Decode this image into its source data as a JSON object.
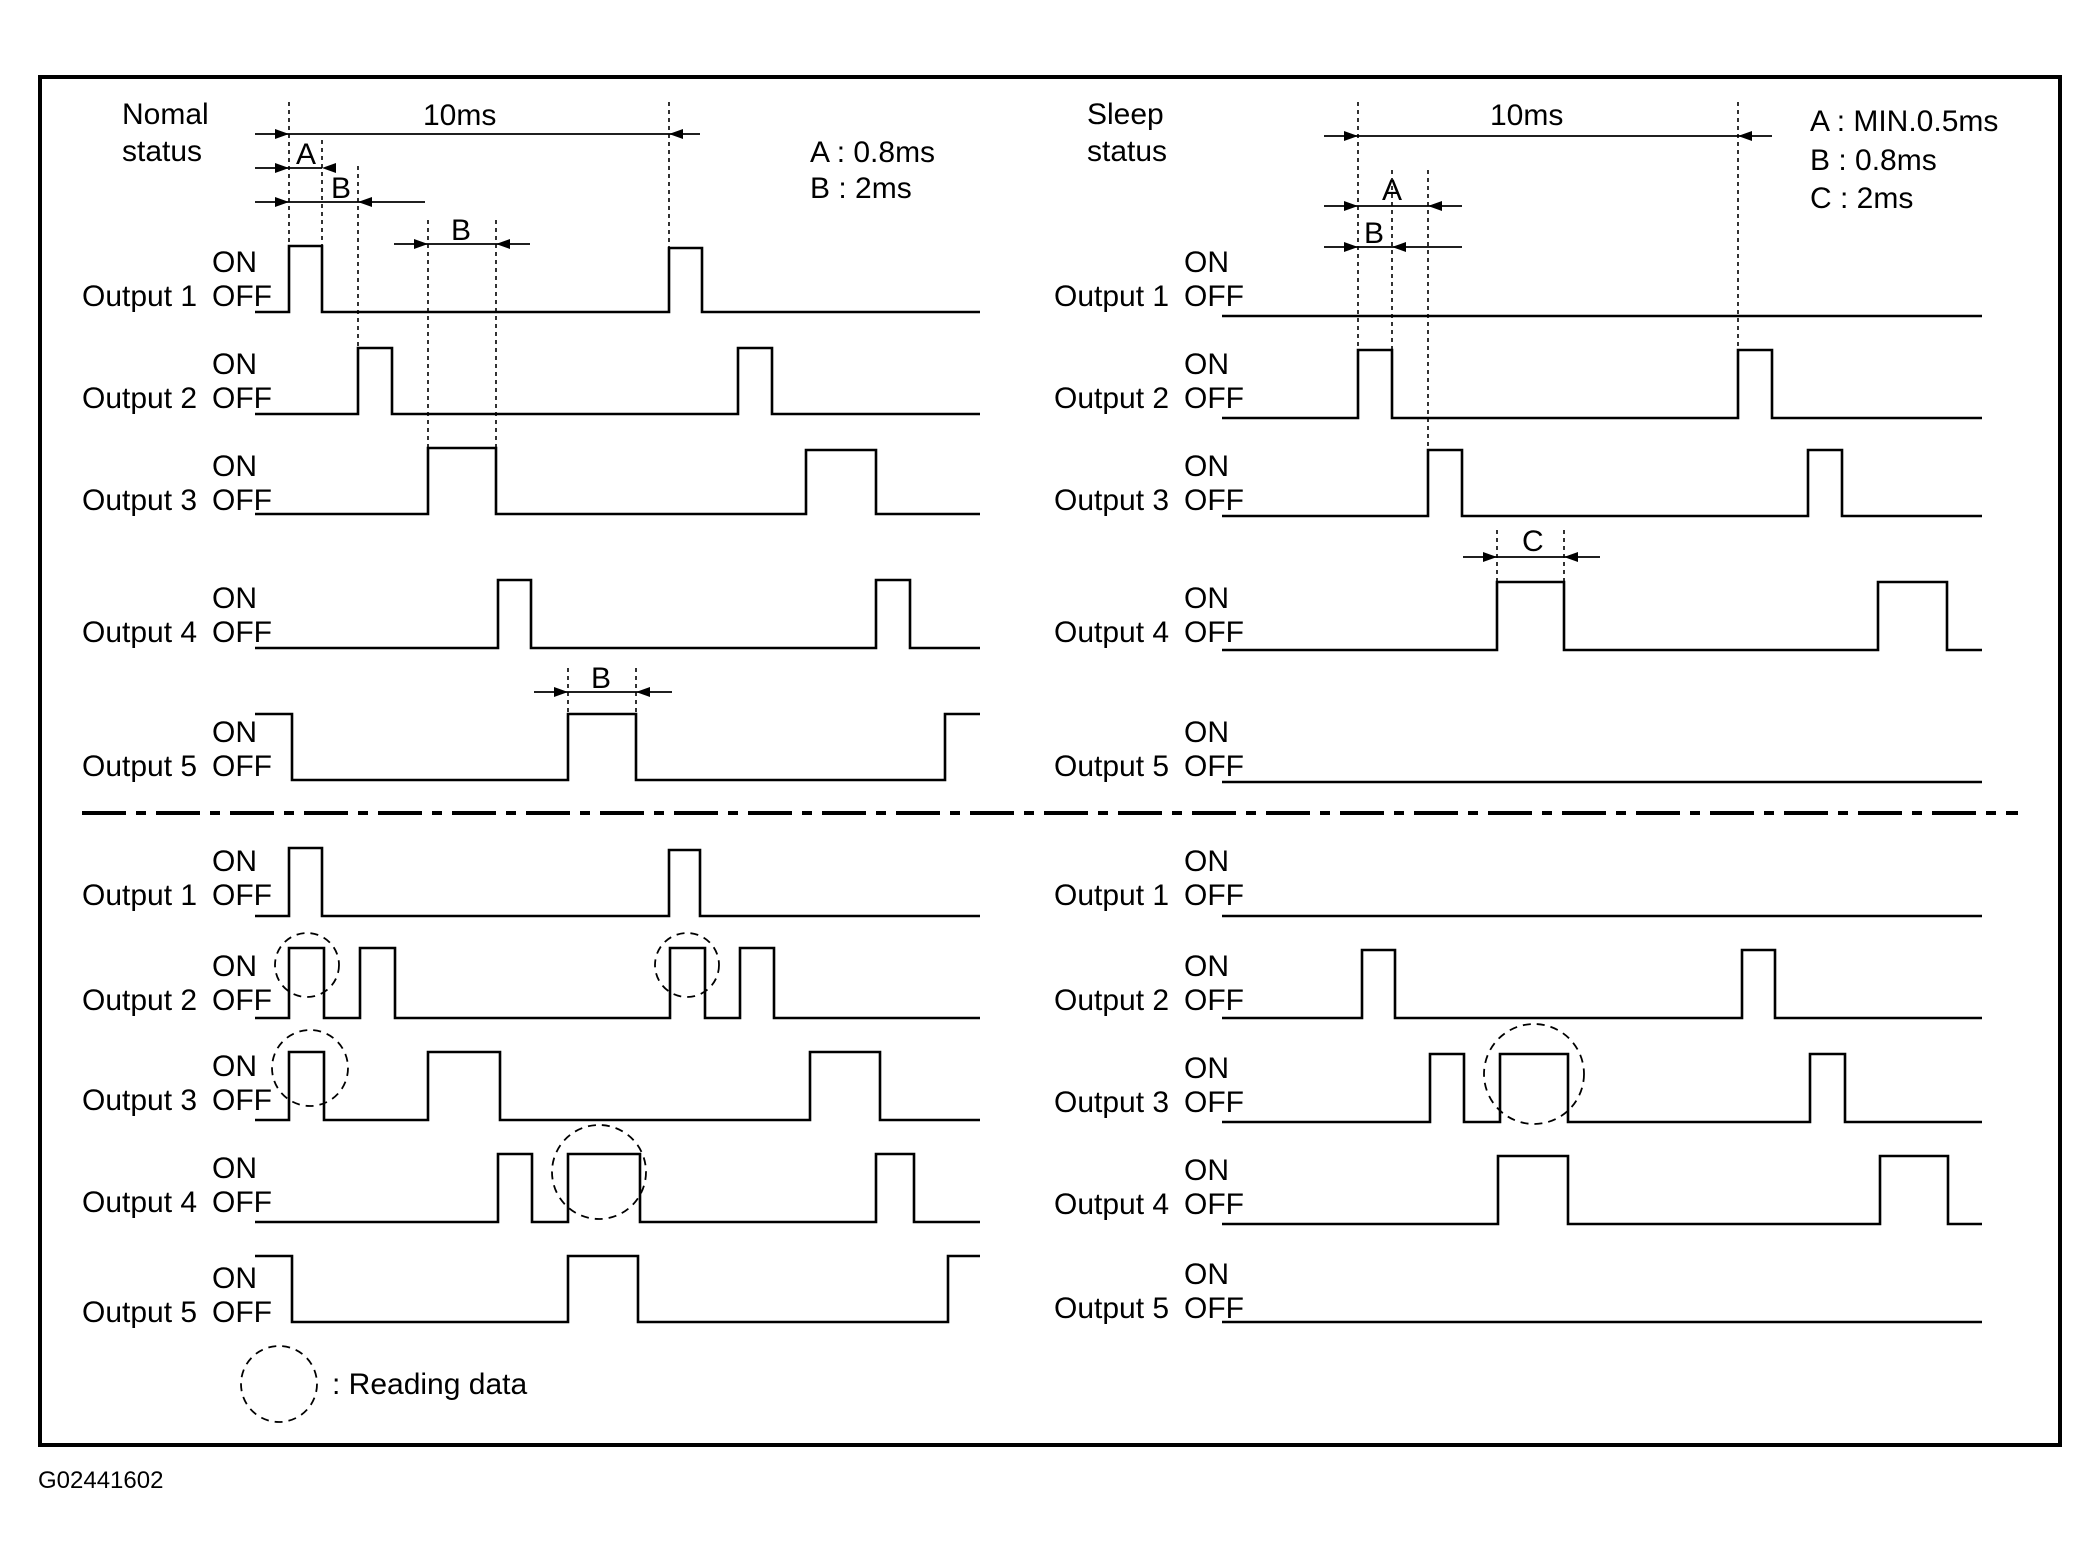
{
  "figure_id": "G02441602",
  "normal": {
    "title_line1": "Nomal",
    "title_line2": "status",
    "period_label": "10ms",
    "legend": [
      "A : 0.8ms",
      "B : 2ms"
    ],
    "dim_a": "A",
    "dim_b": "B"
  },
  "sleep": {
    "title_line1": "Sleep",
    "title_line2": "status",
    "period_label": "10ms",
    "legend": [
      "A : MIN.0.5ms",
      "B : 0.8ms",
      "C : 2ms"
    ],
    "dim_a": "A",
    "dim_b": "B",
    "dim_c": "C"
  },
  "channel_labels": [
    "Output 1",
    "Output 2",
    "Output 3",
    "Output 4",
    "Output 5"
  ],
  "state_on": "ON",
  "state_off": "OFF",
  "legend_reading": ": Reading data"
}
